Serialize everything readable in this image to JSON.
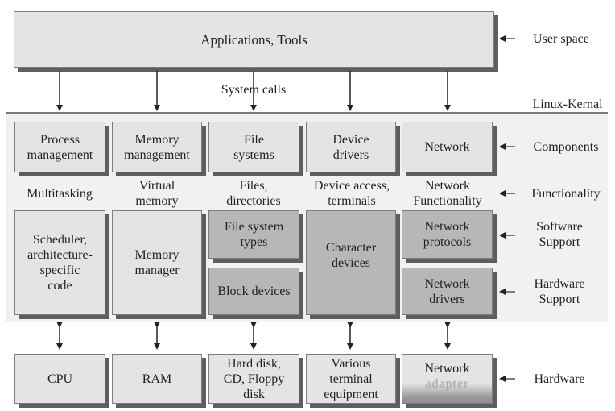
{
  "user_space": {
    "box_label": "Applications, Tools",
    "side_label": "User space"
  },
  "system_calls_label": "System calls",
  "kernel_label": "Linux-Kernal",
  "colors": {
    "light_box": "#e4e4e4",
    "dark_box": "#b7b7b7",
    "kernel_background": "#f1f1f1",
    "shadow": "#5e5e5e"
  },
  "columns": [
    {
      "component": "Process\nmanagement",
      "functionality": "Multitasking",
      "support": [
        {
          "label": "Scheduler,\narchitecture-\nspecific\ncode",
          "shade": "light"
        }
      ],
      "hardware": "CPU"
    },
    {
      "component": "Memory\nmanagement",
      "functionality": "Virtual\nmemory",
      "support": [
        {
          "label": "Memory\nmanager",
          "shade": "light"
        }
      ],
      "hardware": "RAM"
    },
    {
      "component": "File\nsystems",
      "functionality": "Files,\ndirectories",
      "support": [
        {
          "label": "File system\ntypes",
          "shade": "dark"
        },
        {
          "label": "Block devices",
          "shade": "dark"
        }
      ],
      "hardware": "Hard disk,\nCD, Floppy\ndisk"
    },
    {
      "component": "Device\ndrivers",
      "functionality": "Device access,\nterminals",
      "support": [
        {
          "label": "Character\ndevices",
          "shade": "dark"
        }
      ],
      "hardware": "Various\nterminal\nequipment"
    },
    {
      "component": "Network",
      "functionality": "Network\nFunctionality",
      "support": [
        {
          "label": "Network\nprotocols",
          "shade": "dark"
        },
        {
          "label": "Network\ndrivers",
          "shade": "dark"
        }
      ],
      "hardware": "Network",
      "hardware_obscured_line": "adapter"
    }
  ],
  "layer_labels": {
    "components": "Components",
    "functionality": "Functionality",
    "software_support": "Software\nSupport",
    "hardware_support": "Hardware\nSupport",
    "hardware": "Hardware"
  }
}
